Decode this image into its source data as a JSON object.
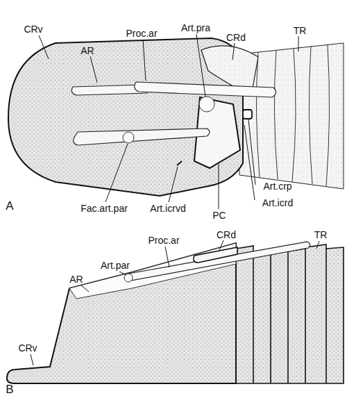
{
  "diagram": {
    "labels": [
      "A",
      "CRv",
      "AR",
      "Proc.ar",
      "Art.pra",
      "CRd",
      "TR",
      "Fac.art.par",
      "Art.icrvd",
      "PC",
      "Art.icrd",
      "Art.crp",
      "B",
      "CRv",
      "AR",
      "Art.par",
      "Proc.ar",
      "CRd",
      "TR"
    ]
  }
}
